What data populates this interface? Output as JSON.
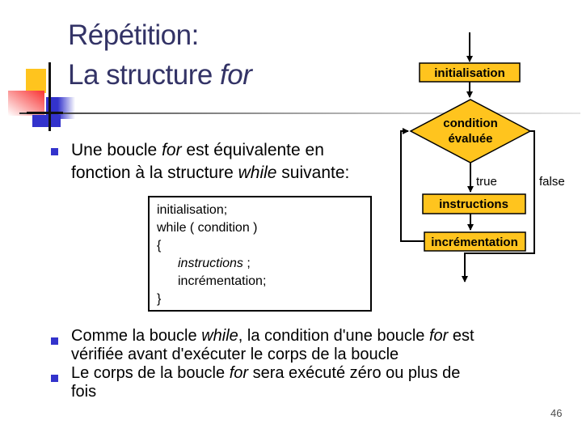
{
  "colors": {
    "titleColor": "#333366",
    "markerColor": "#3333cc",
    "gold": "#ffc41e"
  },
  "title": {
    "line1": "Répétition:",
    "line2": [
      {
        "t": "La structure "
      },
      {
        "t": "for",
        "i": true
      }
    ]
  },
  "bullets": [
    {
      "lines": [
        [
          {
            "t": "Une boucle "
          },
          {
            "t": "for",
            "i": true
          },
          {
            "t": " est équivalente en"
          }
        ],
        [
          {
            "t": "fonction à la structure "
          },
          {
            "t": "while",
            "i": true
          },
          {
            "t": " suivante:"
          }
        ]
      ]
    },
    {
      "lines": [
        [
          {
            "t": "Comme la boucle "
          },
          {
            "t": "while",
            "i": true
          },
          {
            "t": ", la condition d'une boucle "
          },
          {
            "t": "for",
            "i": true
          },
          {
            "t": " est"
          }
        ],
        [
          {
            "t": "vérifiée avant d'exécuter le corps de la boucle"
          }
        ]
      ]
    },
    {
      "lines": [
        [
          {
            "t": "Le corps de la boucle "
          },
          {
            "t": "for",
            "i": true
          },
          {
            "t": " sera exécuté zéro ou plus de"
          }
        ],
        [
          {
            "t": "fois"
          }
        ]
      ]
    }
  ],
  "code_box": {
    "lines": [
      {
        "indent": 0,
        "segs": [
          {
            "t": "initialisation;"
          }
        ]
      },
      {
        "indent": 0,
        "segs": [
          {
            "t": "while ( condition )"
          }
        ]
      },
      {
        "indent": 0,
        "segs": [
          {
            "t": "{"
          }
        ]
      },
      {
        "indent": 1,
        "segs": [
          {
            "t": "instructions",
            "i": true
          },
          {
            "t": " ;"
          }
        ]
      },
      {
        "indent": 1,
        "segs": [
          {
            "t": "incrémentation;"
          }
        ]
      },
      {
        "indent": 0,
        "segs": [
          {
            "t": "}"
          }
        ]
      }
    ]
  },
  "flowchart": {
    "init_label": "initialisation",
    "condition_line1": "condition",
    "condition_line2": "évaluée",
    "true_label": "true",
    "false_label": "false",
    "instructions_label": "instructions",
    "increment_label": "incrémentation"
  },
  "page_number": "46"
}
